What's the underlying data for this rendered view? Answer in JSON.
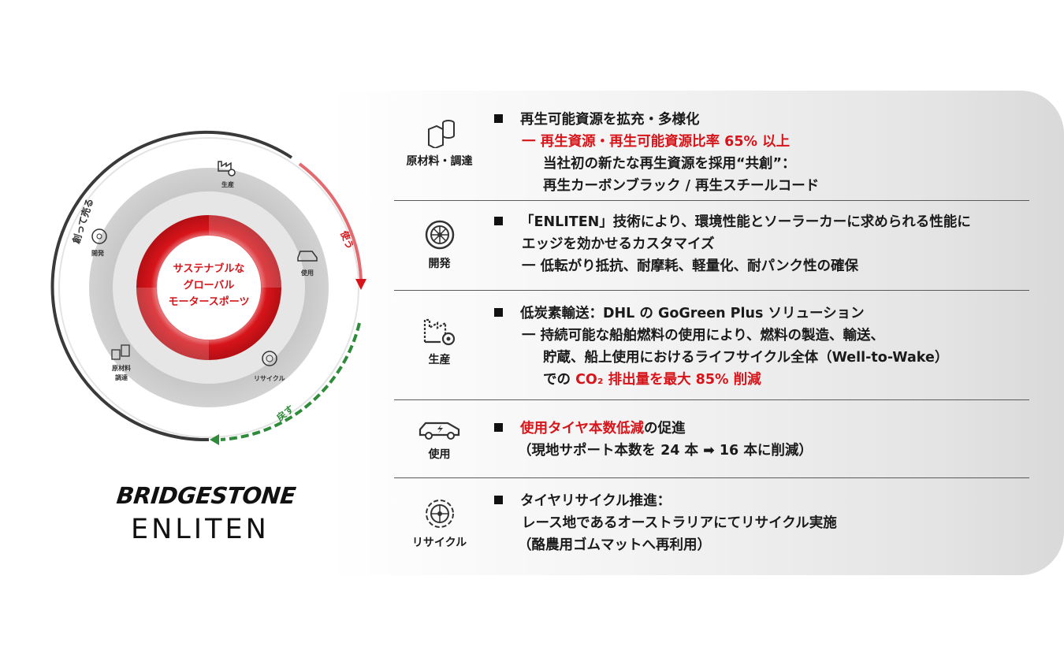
{
  "cycle": {
    "center_lines": [
      "サステナブルな",
      "グローバル",
      "モータースポーツ"
    ],
    "outer_labels": {
      "make_sell": "創って売る",
      "use": "使う",
      "return": "戻す"
    },
    "nodes": {
      "production": "生産",
      "development": "開発",
      "use": "使用",
      "materials_1": "原材料",
      "materials_2": "調達",
      "recycle": "リサイクル"
    },
    "colors": {
      "accent": "#d7141a",
      "green": "#2e8b3a",
      "dark": "#3a3a3a"
    }
  },
  "brand": {
    "name": "BRIDGESTONE",
    "sub": "ENLITEN"
  },
  "rows": [
    {
      "icon": "materials-icon",
      "label": "原材料・調達",
      "bullet": "再生可能資源を拡充・多様化",
      "dash_red": "一 再生資源・再生可能資源比率 65% 以上",
      "line3": "当社初の新たな再生資源を採用“共創”：",
      "line4": "再生カーボンブラック / 再生スチールコード"
    },
    {
      "icon": "wheel-icon",
      "label": "開発",
      "bullet": "「ENLITEN」技術により、環境性能とソーラーカーに求められる性能に",
      "line2": "エッジを効かせるカスタマイズ",
      "line3": "一 低転がり抵抗、耐摩耗、軽量化、耐パンク性の確保"
    },
    {
      "icon": "factory-icon",
      "label": "生産",
      "bullet": "低炭素輸送：DHL の GoGreen Plus ソリューション",
      "line2": "一 持続可能な船舶燃料の使用により、燃料の製造、輸送、",
      "line3": "貯蔵、船上使用におけるライフサイクル全体（Well-to-Wake）",
      "line4_prefix": "での ",
      "line4_red": "CO₂ 排出量を最大 85% 削減"
    },
    {
      "icon": "electric-car-icon",
      "label": "使用",
      "bullet_red": "使用タイヤ本数低減",
      "bullet_suffix": "の促進",
      "line2": "（現地サポート本数を 24 本 ➡ 16 本に削減）"
    },
    {
      "icon": "recycle-tire-icon",
      "label": "リサイクル",
      "bullet": "タイヤリサイクル推進：",
      "line2": "レース地であるオーストラリアにてリサイクル実施",
      "line3": "（酪農用ゴムマットへ再利用）"
    }
  ]
}
